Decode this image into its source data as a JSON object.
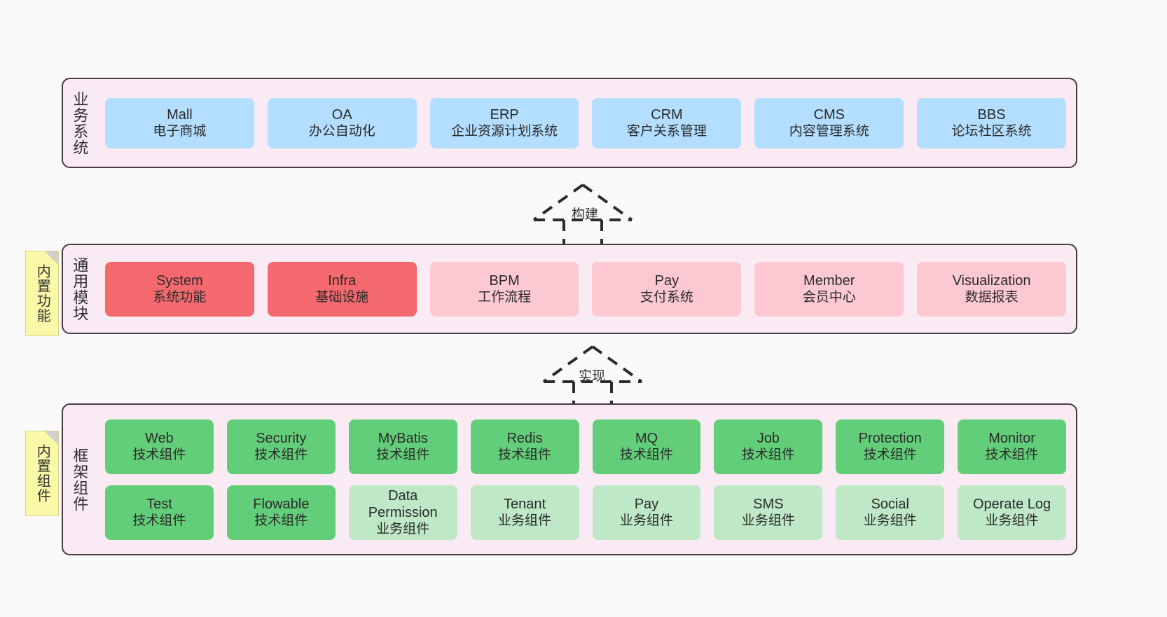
{
  "diagram": {
    "background_color": "#fafafa",
    "panel_bg": "#f9eaf4",
    "panel_border": "#4a3a46",
    "colors": {
      "blue": "#b3deff",
      "red": "#f4696e",
      "pink": "#fcc9d2",
      "green": "#63ce79",
      "light_green": "#bfe8c7",
      "note_yellow": "#fbf8a8"
    }
  },
  "notes": [
    {
      "id": "builtin-function",
      "label": "内置功能"
    },
    {
      "id": "builtin-component",
      "label": "内置组件"
    }
  ],
  "connectors": [
    {
      "id": "build",
      "label": "构建",
      "style": "dashed-hollow-triangle",
      "direction": "up"
    },
    {
      "id": "implement",
      "label": "实现",
      "style": "dashed-hollow-triangle",
      "direction": "up"
    }
  ],
  "layers": [
    {
      "id": "business-systems",
      "title": "业务系统",
      "rows": [
        {
          "cards": [
            {
              "en": "Mall",
              "cn": "电子商城",
              "color": "blue"
            },
            {
              "en": "OA",
              "cn": "办公自动化",
              "color": "blue"
            },
            {
              "en": "ERP",
              "cn": "企业资源计划系统",
              "color": "blue"
            },
            {
              "en": "CRM",
              "cn": "客户关系管理",
              "color": "blue"
            },
            {
              "en": "CMS",
              "cn": "内容管理系统",
              "color": "blue"
            },
            {
              "en": "BBS",
              "cn": "论坛社区系统",
              "color": "blue"
            }
          ]
        }
      ]
    },
    {
      "id": "common-modules",
      "title": "通用模块",
      "rows": [
        {
          "cards": [
            {
              "en": "System",
              "cn": "系统功能",
              "color": "red"
            },
            {
              "en": "Infra",
              "cn": "基础设施",
              "color": "red"
            },
            {
              "en": "BPM",
              "cn": "工作流程",
              "color": "pink"
            },
            {
              "en": "Pay",
              "cn": "支付系统",
              "color": "pink"
            },
            {
              "en": "Member",
              "cn": "会员中心",
              "color": "pink"
            },
            {
              "en": "Visualization",
              "cn": "数据报表",
              "color": "pink"
            }
          ]
        }
      ]
    },
    {
      "id": "framework-components",
      "title": "框架组件",
      "rows": [
        {
          "cards": [
            {
              "en": "Web",
              "cn": "技术组件",
              "color": "green"
            },
            {
              "en": "Security",
              "cn": "技术组件",
              "color": "green"
            },
            {
              "en": "MyBatis",
              "cn": "技术组件",
              "color": "green"
            },
            {
              "en": "Redis",
              "cn": "技术组件",
              "color": "green"
            },
            {
              "en": "MQ",
              "cn": "技术组件",
              "color": "green"
            },
            {
              "en": "Job",
              "cn": "技术组件",
              "color": "green"
            },
            {
              "en": "Protection",
              "cn": "技术组件",
              "color": "green"
            },
            {
              "en": "Monitor",
              "cn": "技术组件",
              "color": "green"
            }
          ]
        },
        {
          "cards": [
            {
              "en": "Test",
              "cn": "技术组件",
              "color": "green"
            },
            {
              "en": "Flowable",
              "cn": "技术组件",
              "color": "green"
            },
            {
              "en": "Data Permission",
              "cn": "业务组件",
              "color": "light_green"
            },
            {
              "en": "Tenant",
              "cn": "业务组件",
              "color": "light_green"
            },
            {
              "en": "Pay",
              "cn": "业务组件",
              "color": "light_green"
            },
            {
              "en": "SMS",
              "cn": "业务组件",
              "color": "light_green"
            },
            {
              "en": "Social",
              "cn": "业务组件",
              "color": "light_green"
            },
            {
              "en": "Operate Log",
              "cn": "业务组件",
              "color": "light_green"
            }
          ]
        }
      ]
    }
  ]
}
